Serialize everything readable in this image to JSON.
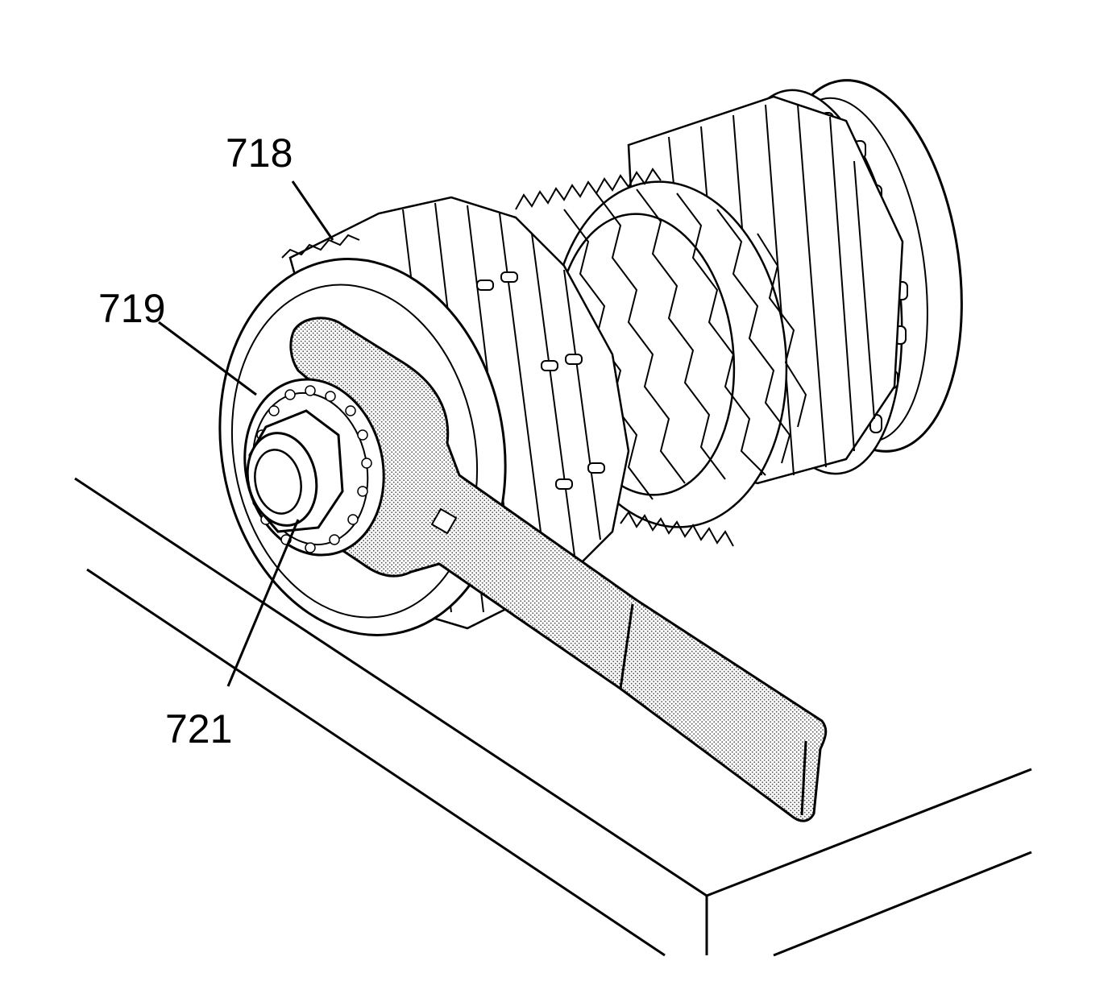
{
  "callouts": {
    "c718": "718",
    "c719": "719",
    "c721": "721"
  },
  "colors": {
    "ink": "#000000",
    "paper": "#ffffff",
    "wrench_fill": "#bdbdbd"
  }
}
